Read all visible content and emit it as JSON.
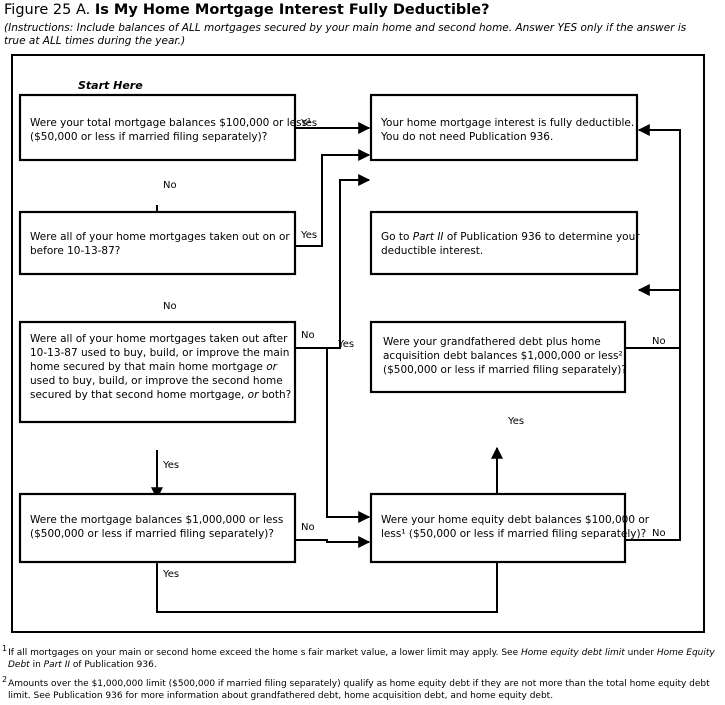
{
  "header": {
    "figure_label": "Figure 25 A.",
    "title": "Is My Home Mortgage Interest Fully Deductible?",
    "instructions": "(Instructions: Include balances of ALL mortgages secured by your main home and second home. Answer YES only if the answer is true at ALL times during the year.)"
  },
  "flowchart": {
    "type": "flowchart",
    "start_label": "Start Here",
    "nodes": [
      {
        "id": "q1",
        "kind": "decision",
        "lines": [
          "Were your total mortgage balances $100,000 or less¹",
          "($50,000 or less if married filing separately)?"
        ]
      },
      {
        "id": "q2",
        "kind": "decision",
        "lines": [
          "Were all of your home mortgages taken out on or",
          "before 10-13-87?"
        ]
      },
      {
        "id": "q3",
        "kind": "decision",
        "lines": [
          "Were all of your home mortgages taken out after",
          "10-13-87 used to buy, build, or improve the main",
          "home secured by that main home mortgage or",
          "used to buy, build, or improve the second home",
          "secured by that second home mortgage, or both?"
        ]
      },
      {
        "id": "q4",
        "kind": "decision",
        "lines": [
          "Were the mortgage balances $1,000,000 or less",
          "($500,000 or less if married filing separately)?"
        ]
      },
      {
        "id": "q5",
        "kind": "decision",
        "lines": [
          "Were your grandfathered debt plus home",
          "acquisition debt balances $1,000,000 or less²",
          "($500,000 or less if married filing separately)?"
        ]
      },
      {
        "id": "q6",
        "kind": "decision",
        "lines": [
          "Were your home equity debt balances $100,000 or",
          "less¹ ($50,000 or less if married filing separately)?"
        ]
      },
      {
        "id": "r1",
        "kind": "terminal",
        "lines": [
          "Your home mortgage interest is fully deductible.",
          "You do not need Publication 936."
        ]
      },
      {
        "id": "r2",
        "kind": "terminal",
        "lines": [
          "Go to Part II of Publication 936 to determine your",
          "deductible interest."
        ]
      }
    ],
    "edges": [
      {
        "from": "q1",
        "to": "r1",
        "label": "Yes"
      },
      {
        "from": "q1",
        "to": "q2",
        "label": "No"
      },
      {
        "from": "q2",
        "to": "r1",
        "label": "Yes"
      },
      {
        "from": "q2",
        "to": "q3",
        "label": "No"
      },
      {
        "from": "q3",
        "to": "r1",
        "label": "Yes"
      },
      {
        "from": "q3",
        "to": "q6",
        "label": "No"
      },
      {
        "from": "q4",
        "to": "q5",
        "label": "Yes"
      },
      {
        "from": "q4",
        "to": "q6",
        "label": "No"
      },
      {
        "from": "q5",
        "to": "r2",
        "label": "No"
      },
      {
        "from": "q6",
        "to": "r2",
        "label": "No"
      }
    ],
    "edge_labels": {
      "q1_yes": "Yes",
      "q1_no": "No",
      "q2_yes": "Yes",
      "q2_no": "No",
      "q3_yes": "Yes",
      "q3_no": "No",
      "q4_yes": "Yes",
      "q4_no": "No",
      "q5_no": "No",
      "q6_no": "No"
    }
  },
  "footnotes": [
    {
      "marker": "1",
      "parts": [
        {
          "text": "If all mortgages on your main or second home exceed the home s fair market value, a lower limit may apply. See ",
          "italic": false
        },
        {
          "text": "Home equity debt limit",
          "italic": true
        },
        {
          "text": " under ",
          "italic": false
        },
        {
          "text": "Home Equity Debt",
          "italic": true
        },
        {
          "text": " in ",
          "italic": false
        },
        {
          "text": "Part II",
          "italic": true
        },
        {
          "text": " of Publication 936.",
          "italic": false
        }
      ]
    },
    {
      "marker": "2",
      "parts": [
        {
          "text": "Amounts over the $1,000,000 limit ($500,000 if married filing separately) qualify as home equity debt if they are not more than the total home equity debt limit. See Publication 936 for more information about grandfathered debt, home acquisition debt, and home equity debt.",
          "italic": false
        }
      ]
    }
  ],
  "colors": {
    "line": "#000000",
    "background": "#ffffff",
    "text": "#000000"
  }
}
